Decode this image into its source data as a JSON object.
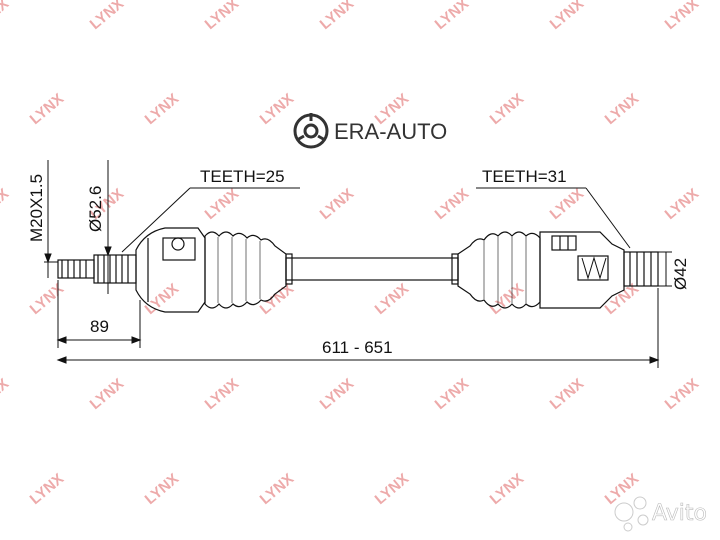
{
  "brand": {
    "name": "ERA-AUTO"
  },
  "watermark": {
    "text": "LYNX"
  },
  "labels": {
    "teeth_left": "TEETH=25",
    "teeth_right": "TEETH=31",
    "thread": "M20X1.5",
    "diameter_left": "Ø52.6",
    "diameter_right": "Ø42",
    "offset": "89",
    "length": "611 - 651"
  },
  "footer": {
    "avito": "Avito"
  },
  "colors": {
    "watermark": "#e06666",
    "drawing": "#111111"
  }
}
